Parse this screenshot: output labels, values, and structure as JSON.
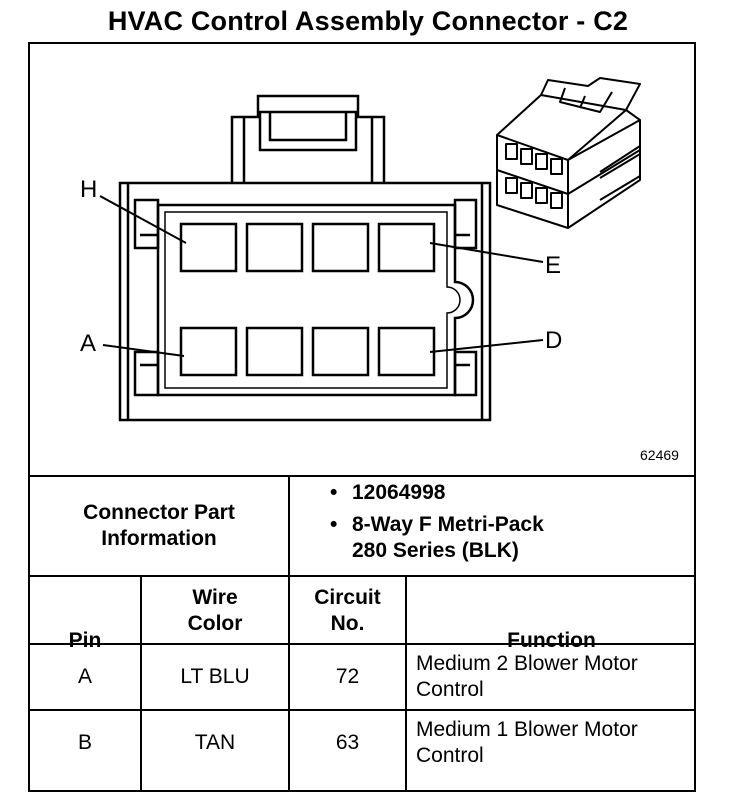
{
  "title": "HVAC Control Assembly Connector - C2",
  "diagram": {
    "labels": {
      "h": "H",
      "a": "A",
      "e": "E",
      "d": "D"
    },
    "figure_number": "62469"
  },
  "info": {
    "label_line1": "Connector Part",
    "label_line2": "Information",
    "part_number": "12064998",
    "desc_line1": "8-Way F Metri-Pack",
    "desc_line2": "280 Series (BLK)"
  },
  "table": {
    "headers": {
      "pin": "Pin",
      "wire_line1": "Wire",
      "wire_line2": "Color",
      "circuit_line1": "Circuit",
      "circuit_line2": "No.",
      "function": "Function"
    },
    "rows": [
      {
        "pin": "A",
        "wire": "LT BLU",
        "circuit": "72",
        "function_line1": "Medium 2 Blower Motor",
        "function_line2": "Control"
      },
      {
        "pin": "B",
        "wire": "TAN",
        "circuit": "63",
        "function_line1": "Medium 1 Blower Motor",
        "function_line2": "Control"
      }
    ]
  }
}
